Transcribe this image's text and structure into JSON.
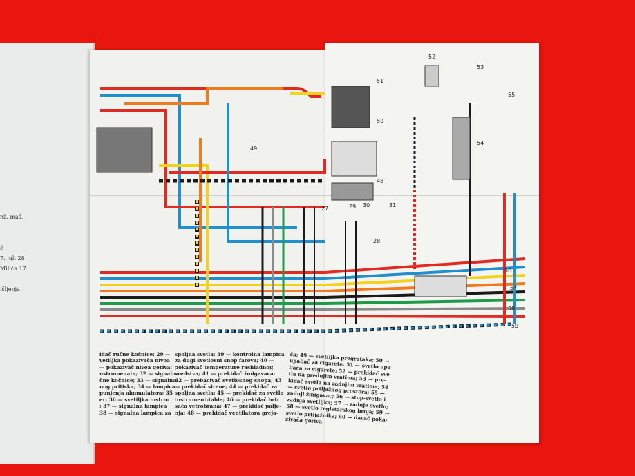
{
  "left_page": {
    "lines": [
      "nž. maš.",
      "",
      "",
      "ć",
      "7. juli 28",
      "Miliča 17",
      "",
      "išljenja"
    ]
  },
  "diagram": {
    "component_labels": [
      "52",
      "53",
      "51",
      "50",
      "49",
      "48",
      "27",
      "29",
      "30",
      "31",
      "28",
      "54",
      "55",
      "56",
      "57",
      "58",
      "59"
    ],
    "wire_colors": {
      "red": "#e02a22",
      "blue": "#1f8fd0",
      "yellow": "#f2d21b",
      "orange": "#f07a1e",
      "black": "#1a1a1a",
      "green": "#1e9a4a",
      "gray": "#8a8a8a",
      "brown": "#a0522d"
    }
  },
  "legend_text": {
    "column1": [
      "idač ručne kočnice; 29 —",
      "vetiljka pokazivača nivoa",
      "— pokazivač nivoa goriva;",
      "nstrumenata; 32 — signalna",
      "čne kočnice; 33 — signalna",
      "nog pritiska; 34 — lampica",
      "punjenja akumulatora; 35",
      "er; 36 — svetiljka instru-",
      "; 37 — signalna lampica",
      "38 — signalna lampica za"
    ],
    "column2": [
      "spoljna svetla; 39 — kontrolna lampica",
      "za dugi svetlosni snop farova; 40 —",
      "pokazivač temperature rashladnog",
      "sredstva; 41 — prekidač žmigavaca;",
      "42 — prebacivač svetlosnog snopa; 43",
      "— prekidač sirene; 44 — prekidač za",
      "spoljna svetla; 45 — prekidač za svetlo",
      "instrument-table; 46 — prekidač bri-",
      "sača vetrobrana; 47 — prekidač palje-",
      "nja; 48 — prekidač ventilatora greja-"
    ],
    "column3": [
      "ča; 49 — svetiljka pregrataka; 50 —",
      "upaljač za cigarete; 51 — svetlo upa-",
      "ljača za cigarete; 52 — prekidač sve-",
      "tla na prednjim vratima; 53 — pre-",
      "kidač svetla na zadnjim vratima; 54",
      "— svetlo prtljažnog prostora; 55 —",
      "zadnji žmigavac; 56 — stop-svetlo i",
      "zadnja svetiljka; 57 — zadnje svetlo;",
      "58 — svetlo registarskog broja; 59 —",
      "svetlo prtljažnika; 60 — davač poka-",
      "zivača goriva"
    ]
  }
}
